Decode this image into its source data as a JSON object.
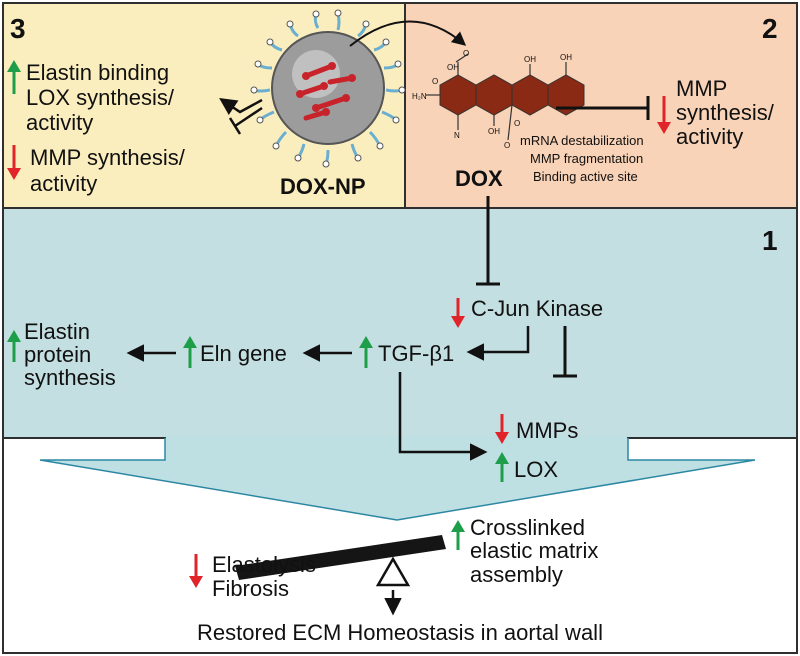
{
  "colors": {
    "panel3_bg": "#fbeebe",
    "panel2_bg": "#f9d3b7",
    "panel1_bg": "#c4dfe2",
    "teal_arrow": "#bfe0e3",
    "border": "#2f2f2f",
    "up_arrow": "#1f9e4a",
    "down_arrow": "#e0242a",
    "drug_fill": "#8a2a14",
    "number_color": "#b85c1a",
    "number1_color": "#2c87a3"
  },
  "panel3": {
    "number": "3",
    "elastin_binding": "Elastin binding",
    "lox_synthesis": "LOX synthesis/",
    "lox_activity": "activity",
    "mmp_synthesis": "MMP synthesis/",
    "mmp_activity": "activity",
    "nanoparticle_label": "DOX-NP"
  },
  "panel2": {
    "number": "2",
    "drug_label": "DOX",
    "mechanisms": [
      "mRNA destabilization",
      "MMP fragmentation",
      "Binding active site"
    ],
    "mmp_synthesis": "MMP",
    "mmp_synthesis2": "synthesis/",
    "mmp_activity": "activity"
  },
  "panel1": {
    "number": "1",
    "cjun": "C-Jun Kinase",
    "tgf": "TGF-β1",
    "eln_gene": "Eln gene",
    "elastin_protein": [
      "Elastin",
      "protein",
      "synthesis"
    ],
    "mmps": "MMPs",
    "lox": "LOX"
  },
  "balance": {
    "left": [
      "Elastolysis",
      "Fibrosis"
    ],
    "right": [
      "Crosslinked",
      "elastic matrix",
      "assembly"
    ],
    "result": "Restored ECM Homeostasis in aortal wall"
  },
  "icons": [
    "up-arrow-icon",
    "down-arrow-icon",
    "inhibition-bar-icon",
    "nanoparticle-icon",
    "doxorubicin-structure-icon",
    "balance-scale-icon"
  ]
}
